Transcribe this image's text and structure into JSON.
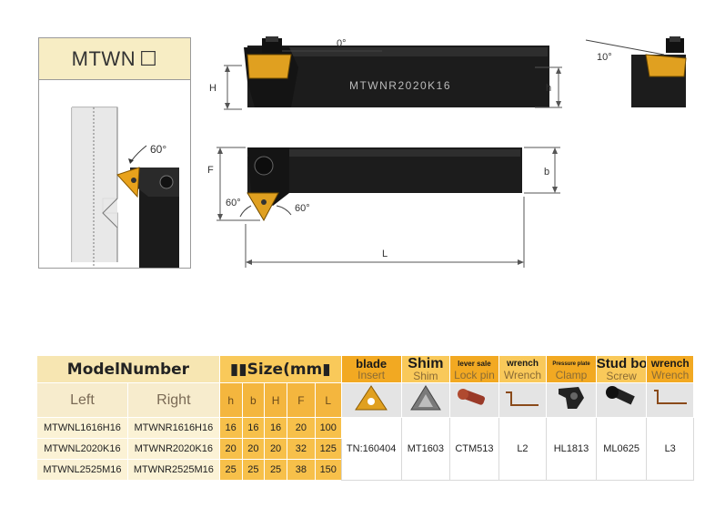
{
  "model_box": {
    "title": "MTWN",
    "checkbox_symbol": "☐",
    "angle": "60°"
  },
  "drawing": {
    "label_H": "H",
    "label_h": "h",
    "label_F": "F",
    "label_b": "b",
    "label_L": "L",
    "angle_0": "0°",
    "angle_10": "10°",
    "angle_60a": "60°",
    "angle_60b": "60°",
    "holder_marking": "MTWNR2020K16"
  },
  "table": {
    "model_header": "ModelNumber",
    "size_header": "\u0000\u0000Size(mm\u0000",
    "size_header_display": "▮▮Size(mm▮",
    "left_header": "Left",
    "right_header": "Right",
    "dim_headers": [
      "h",
      "b",
      "H",
      "F",
      "L"
    ],
    "part_headers": [
      {
        "top": "blade",
        "bottom": "Insert"
      },
      {
        "top": "Shim",
        "bottom": "Shim"
      },
      {
        "top": "lever sale",
        "bottom": "Lock pin"
      },
      {
        "top": "wrench",
        "bottom": "Wrench"
      },
      {
        "top": "Pressure plate",
        "bottom": "Clamp"
      },
      {
        "top": "Stud bolt",
        "bottom": "Screw"
      },
      {
        "top": "wrench",
        "bottom": "Wrench"
      }
    ],
    "part_icons": [
      "insert-icon",
      "shim-icon",
      "lock-pin-icon",
      "wrench-icon",
      "clamp-icon",
      "screw-icon",
      "wrench-icon"
    ],
    "rows": [
      {
        "left": "MTWNL1616H16",
        "right": "MTWNR1616H16",
        "h": "16",
        "b": "16",
        "H": "16",
        "F": "20",
        "L": "100"
      },
      {
        "left": "MTWNL2020K16",
        "right": "MTWNR2020K16",
        "h": "20",
        "b": "20",
        "H": "20",
        "F": "32",
        "L": "125"
      },
      {
        "left": "MTWNL2525M16",
        "right": "MTWNR2525M16",
        "h": "25",
        "b": "25",
        "H": "25",
        "F": "38",
        "L": "150"
      }
    ],
    "parts": [
      "TN:160404",
      "MT1603",
      "CTM513",
      "L2",
      "HL1813",
      "ML0625",
      "L3"
    ]
  }
}
